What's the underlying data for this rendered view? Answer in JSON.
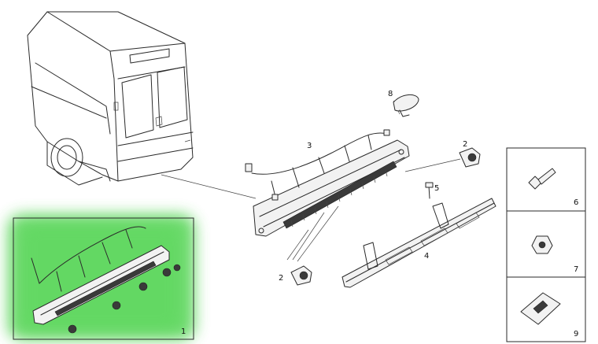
{
  "callouts": {
    "c1": "1",
    "c2a": "2",
    "c2b": "2",
    "c3": "3",
    "c4": "4",
    "c5": "5",
    "c6": "6",
    "c7": "7",
    "c8": "8",
    "c9": "9"
  },
  "colors": {
    "highlight": "#3ecf3e",
    "line": "#2a2a2a",
    "part_fill": "#f2f2f2"
  }
}
